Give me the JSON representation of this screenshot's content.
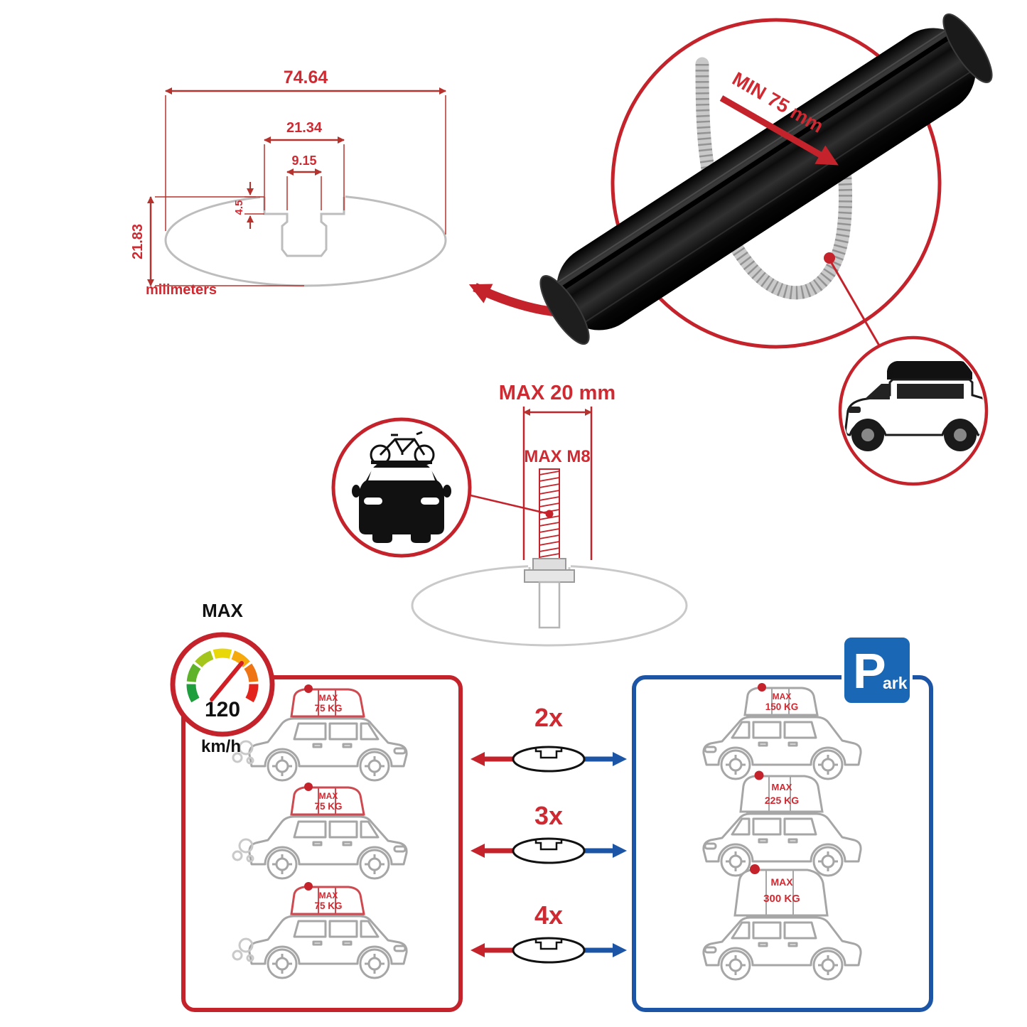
{
  "colors": {
    "red": "#c4232b",
    "dim_red": "#b5332e",
    "blue": "#1c55a5",
    "sign_blue": "#1a67b5",
    "gray_line": "#a6a6a6",
    "bar_black": "#141414"
  },
  "technical_drawing": {
    "dim_total_width": "74.64",
    "dim_channel_width": "21.34",
    "dim_slot_width": "9.15",
    "dim_slot_depth": "4.5",
    "dim_profile_height": "21.83",
    "unit_label": "milimeters"
  },
  "bar_detail": {
    "min_clearance": "MIN 75 mm"
  },
  "bolt_detail": {
    "max_length": "MAX 20 mm",
    "max_thread": "MAX M8"
  },
  "speed_gauge": {
    "title": "MAX",
    "value": "120",
    "unit": "km/h"
  },
  "multipliers": [
    {
      "label": "2x"
    },
    {
      "label": "3x"
    },
    {
      "label": "4x"
    }
  ],
  "driving_panel": {
    "cars": [
      {
        "line1": "MAX",
        "line2": "75 KG"
      },
      {
        "line1": "MAX",
        "line2": "75 KG"
      },
      {
        "line1": "MAX",
        "line2": "75 KG"
      }
    ]
  },
  "park_panel": {
    "sign_p": "P",
    "sign_suffix": "ark",
    "cars": [
      {
        "line1": "MAX",
        "line2": "150 KG"
      },
      {
        "line1": "MAX",
        "line2": "225 KG"
      },
      {
        "line1": "MAX",
        "line2": "300 KG"
      }
    ]
  }
}
